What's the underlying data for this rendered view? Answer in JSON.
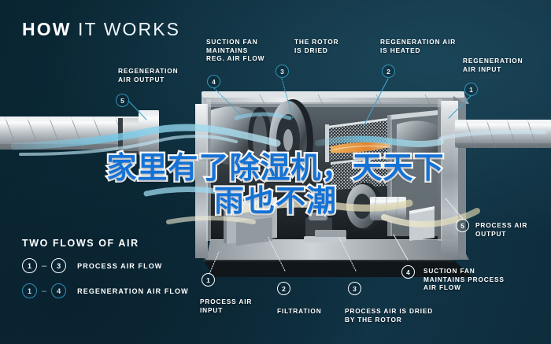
{
  "header": {
    "title_bold": "HOW",
    "title_light": "IT WORKS"
  },
  "callouts": [
    {
      "id": "regeneration-air-output",
      "number": "5",
      "label": "REGENERATION\nAIR OUTPUT",
      "marker_style": "teal"
    },
    {
      "id": "suction-fan-reg",
      "number": "4",
      "label": "SUCTION FAN\nMAINTAINS\nREG. AIR FLOW",
      "marker_style": "teal"
    },
    {
      "id": "rotor-is-dried",
      "number": "3",
      "label": "THE ROTOR\nIS DRIED",
      "marker_style": "teal"
    },
    {
      "id": "regeneration-air-heated",
      "number": "2",
      "label": "REGENERATION AIR\nIS HEATED",
      "marker_style": "teal"
    },
    {
      "id": "regeneration-air-input",
      "number": "1",
      "label": "REGENERATION\nAIR INPUT",
      "marker_style": "teal"
    },
    {
      "id": "process-air-input",
      "number": "1",
      "label": "PROCESS AIR\nINPUT",
      "marker_style": "white"
    },
    {
      "id": "filtration",
      "number": "2",
      "label": "FILTRATION",
      "marker_style": "white"
    },
    {
      "id": "process-air-dried",
      "number": "3",
      "label": "PROCESS AIR IS DRIED\nBY THE ROTOR",
      "marker_style": "white"
    },
    {
      "id": "suction-fan-process",
      "number": "4",
      "label": "SUCTION FAN\nMAINTAINS PROCESS\nAIR FLOW",
      "marker_style": "white"
    },
    {
      "id": "process-air-output",
      "number": "5",
      "label": "PROCESS AIR\nOUTPUT",
      "marker_style": "white"
    }
  ],
  "labels": {
    "regeneration_air_output_l1": "REGENERATION",
    "regeneration_air_output_l2": "AIR OUTPUT",
    "suction_fan_reg_l1": "SUCTION FAN",
    "suction_fan_reg_l2": "MAINTAINS",
    "suction_fan_reg_l3": "REG. AIR FLOW",
    "rotor_dried_l1": "THE ROTOR",
    "rotor_dried_l2": "IS DRIED",
    "reg_air_heated_l1": "REGENERATION AIR",
    "reg_air_heated_l2": "IS HEATED",
    "reg_air_input_l1": "REGENERATION",
    "reg_air_input_l2": "AIR INPUT",
    "process_air_input_l1": "PROCESS AIR",
    "process_air_input_l2": "INPUT",
    "filtration_l1": "FILTRATION",
    "process_air_dried_l1": "PROCESS AIR IS DRIED",
    "process_air_dried_l2": "BY THE ROTOR",
    "suction_fan_proc_l1": "SUCTION FAN",
    "suction_fan_proc_l2": "MAINTAINS PROCESS",
    "suction_fan_proc_l3": "AIR FLOW",
    "process_air_output_l1": "PROCESS AIR",
    "process_air_output_l2": "OUTPUT"
  },
  "markers": {
    "m5_reg": "5",
    "m4_reg": "4",
    "m3_reg": "3",
    "m2_reg": "2",
    "m1_reg": "1",
    "m1_proc": "1",
    "m2_proc": "2",
    "m3_proc": "3",
    "m4_proc": "4",
    "m5_proc": "5"
  },
  "legend": {
    "heading": "TWO FLOWS OF AIR",
    "rows": [
      {
        "from": "1",
        "dash": "–",
        "to": "3",
        "text": "PROCESS AIR FLOW",
        "style": "white"
      },
      {
        "from": "1",
        "dash": "–",
        "to": "4",
        "text": "REGENERATION AIR FLOW",
        "style": "teal"
      }
    ],
    "row1": {
      "from": "1",
      "dash": "–",
      "to": "3",
      "text": "PROCESS AIR FLOW"
    },
    "row2": {
      "from": "1",
      "dash": "–",
      "to": "4",
      "text": "REGENERATION AIR FLOW"
    }
  },
  "overlay_headline": {
    "line1": "家里有了除湿机，天天下",
    "line2": "雨也不潮",
    "text_color": "#1472d6",
    "outline_color": "#ffffff"
  },
  "colors": {
    "background_dark": "#0b2735",
    "background_light": "#113446",
    "accent_teal": "#2f93b8",
    "airflow_blue": "#63c3e3",
    "airflow_cream": "#efe7c8",
    "marker_white": "#ffffff"
  },
  "illustration": {
    "name": "cutaway-desiccant-dehumidifier-unit",
    "description": "Cutaway 3D render of an industrial desiccant dehumidifier with spiral ducts entering at left and exiting at right, rotor wheel, filters, heater coil and two fans inside a stainless steel cabinet."
  }
}
